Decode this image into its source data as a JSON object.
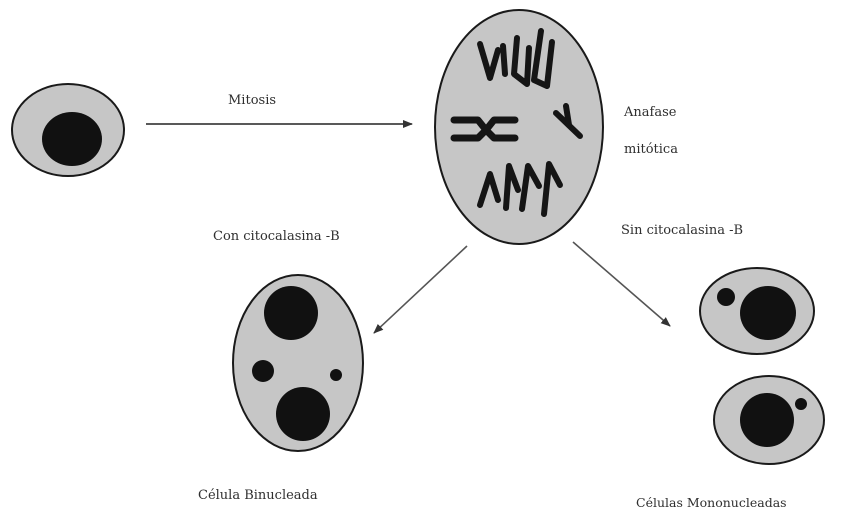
{
  "labels": {
    "mitosis": "Mitosis",
    "anaphase_line1": "Anafase",
    "anaphase_line2": "mitótica",
    "with_cytochalasin": "Con citocalasina -B",
    "without_cytochalasin": "Sin citocalasina -B",
    "binucleate": "Célula Binucleada",
    "mononucleate": "Células Mononucleadas"
  },
  "colors": {
    "cytoplasm": "#c6c6c6",
    "nucleus": "#111111",
    "outline": "#1a1a1a",
    "arrow": "#555555"
  }
}
